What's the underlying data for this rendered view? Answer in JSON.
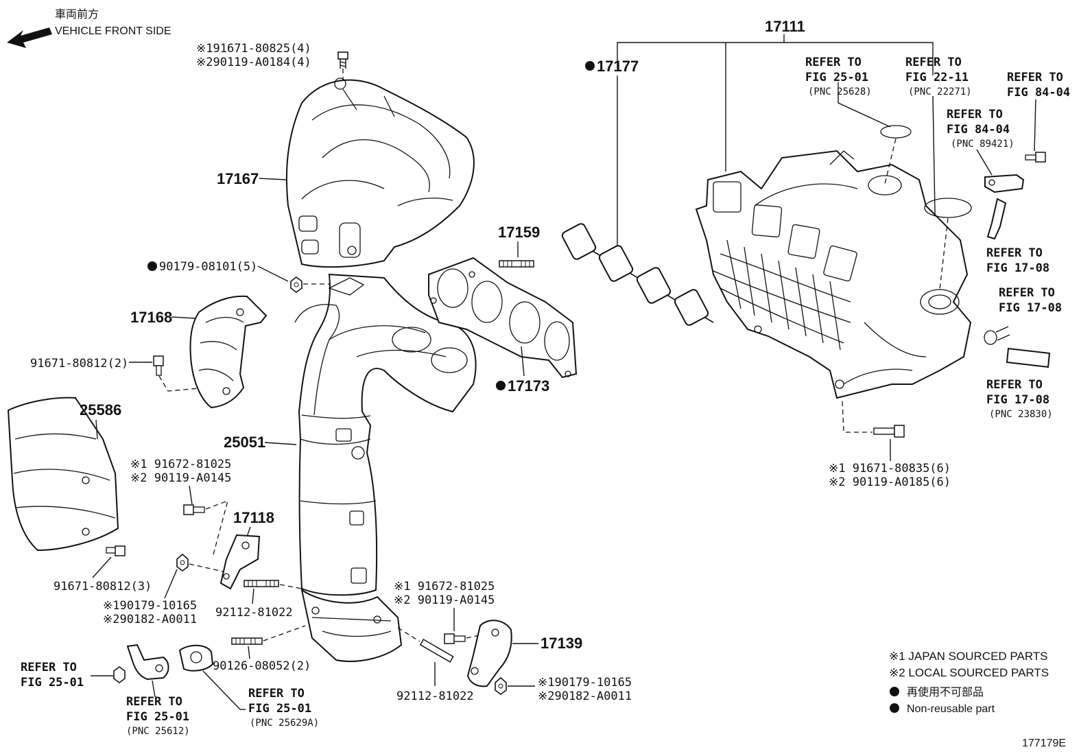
{
  "header": {
    "front_jp": "車両前方",
    "front_en": "VEHICLE FRONT SIDE"
  },
  "parts": {
    "p17111": "17111",
    "p17177": "17177",
    "p17167": "17167",
    "p17159": "17159",
    "p17168": "17168",
    "p17173": "17173",
    "p25586": "25586",
    "p25051": "25051",
    "p17118": "17118",
    "p17139": "17139",
    "bolt_top_1": "※191671-80825(4)",
    "bolt_top_2": "※290119-A0184(4)",
    "nut_90179_08101": "90179-08101(5)",
    "bolt_91671_80812_2": "91671-80812(2)",
    "bolt_91671_80812_3": "91671-80812(3)",
    "bolt_mid_1": "※1 91672-81025",
    "bolt_mid_2": "※2 90119-A0145",
    "nut_left_1": "※190179-10165",
    "nut_left_2": "※290182-A0011",
    "stud_92112_81022_a": "92112-81022",
    "stud_92112_81022_b": "92112-81022",
    "stud_90126_08052": "90126-08052(2)",
    "bolt_lower_1": "※1 91672-81025",
    "bolt_lower_2": "※2 90119-A0145",
    "nut_right_1": "※190179-10165",
    "nut_right_2": "※290182-A0011",
    "bolt_manifold_1": "※1 91671-80835(6)",
    "bolt_manifold_2": "※2 90119-A0185(6)"
  },
  "refs": {
    "r25628": {
      "line1": "REFER TO",
      "line2": "FIG 25-01",
      "pnc": "(PNC 25628)"
    },
    "r22271": {
      "line1": "REFER TO",
      "line2": "FIG 22-11",
      "pnc": "(PNC 22271)"
    },
    "r8404a": {
      "line1": "REFER TO",
      "line2": "FIG 84-04"
    },
    "r89421": {
      "line1": "REFER TO",
      "line2": "FIG 84-04",
      "pnc": "(PNC 89421)"
    },
    "r1708a": {
      "line1": "REFER TO",
      "line2": "FIG 17-08"
    },
    "r1708b": {
      "line1": "REFER TO",
      "line2": "FIG 17-08"
    },
    "r23830": {
      "line1": "REFER TO",
      "line2": "FIG 17-08",
      "pnc": "(PNC 23830)"
    },
    "r2501a": {
      "line1": "REFER TO",
      "line2": "FIG 25-01"
    },
    "r25612": {
      "line1": "REFER TO",
      "line2": "FIG 25-01",
      "pnc": "(PNC 25612)"
    },
    "r25629a": {
      "line1": "REFER TO",
      "line2": "FIG 25-01",
      "pnc": "(PNC 25629A)"
    }
  },
  "legend": {
    "jp_parts": "※1 JAPAN SOURCED PARTS",
    "local_parts": "※2 LOCAL SOURCED PARTS",
    "nonreuse_jp": "再使用不可部品",
    "nonreuse_en": "Non-reusable part"
  },
  "figure_id": "177179E"
}
